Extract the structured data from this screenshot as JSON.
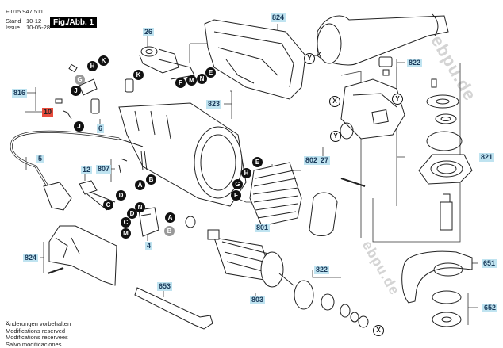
{
  "header": {
    "doc_number": "F 015 947 511",
    "stand_label": "Stand",
    "stand_value": "10-12",
    "issue_label": "Issue",
    "issue_value": "10-05-28",
    "figure_label": "Fig./Abb. 1"
  },
  "footer": {
    "lines": [
      "Änderungen vorbehalten",
      "Modifications reserved",
      "Modifications reservees",
      "Salvo modificaciones"
    ]
  },
  "watermark": "ebpu.de",
  "part_numbers": [
    {
      "id": "824-top",
      "label": "824"
    },
    {
      "id": "26",
      "label": "26"
    },
    {
      "id": "822-top",
      "label": "822"
    },
    {
      "id": "816",
      "label": "816"
    },
    {
      "id": "823",
      "label": "823"
    },
    {
      "id": "10",
      "label": "10",
      "highlight": true
    },
    {
      "id": "6",
      "label": "6"
    },
    {
      "id": "27",
      "label": "27"
    },
    {
      "id": "821",
      "label": "821"
    },
    {
      "id": "5",
      "label": "5"
    },
    {
      "id": "802",
      "label": "802"
    },
    {
      "id": "12",
      "label": "12"
    },
    {
      "id": "807",
      "label": "807"
    },
    {
      "id": "801",
      "label": "801"
    },
    {
      "id": "4",
      "label": "4"
    },
    {
      "id": "824-bottom",
      "label": "824"
    },
    {
      "id": "822-bottom",
      "label": "822"
    },
    {
      "id": "651",
      "label": "651"
    },
    {
      "id": "653",
      "label": "653"
    },
    {
      "id": "803",
      "label": "803"
    },
    {
      "id": "652",
      "label": "652"
    }
  ],
  "connector_letters": [
    "A",
    "B",
    "C",
    "D",
    "E",
    "F",
    "G",
    "H",
    "J",
    "K",
    "M",
    "N",
    "X",
    "Y"
  ],
  "colors": {
    "part_label_bg": "#bfe3f0",
    "highlight_label_bg": "#e84c3d",
    "letter_bg": "#111111"
  }
}
